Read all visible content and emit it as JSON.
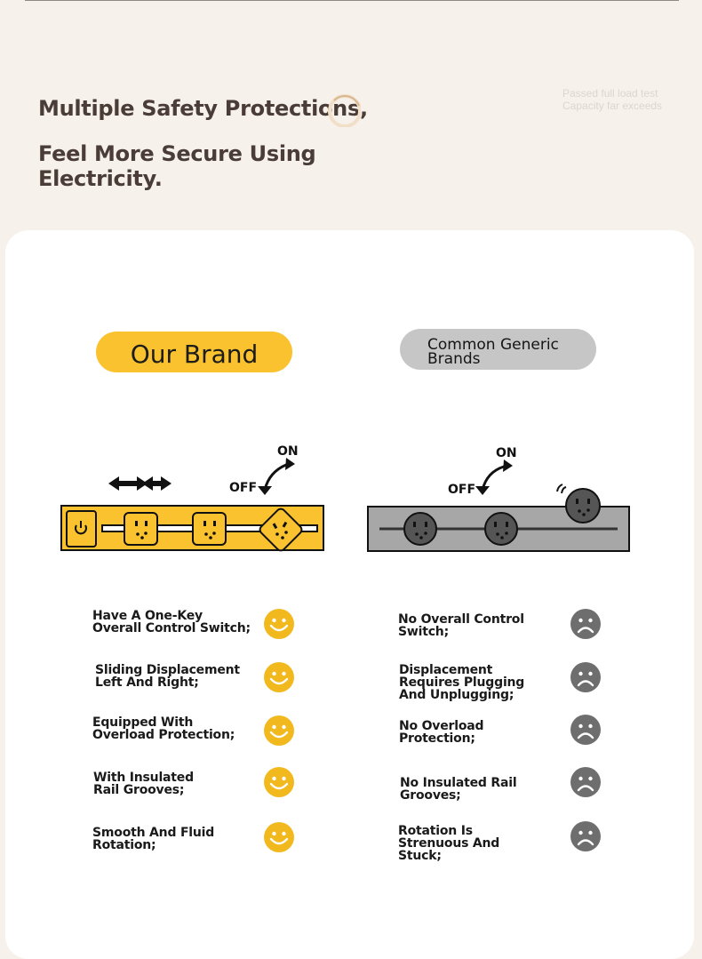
{
  "header": {
    "title_line1": "Multiple Safety Protections,",
    "title_line2": "Feel More Secure Using Electricity.",
    "faint_note": "Passed full load test\nCapacity far exceeds"
  },
  "brands": {
    "ours": "Our Brand",
    "generic": "Common Generic Brands"
  },
  "switch_labels": {
    "on": "ON",
    "off": "OFF"
  },
  "ours_features": [
    "Have A One-Key Overall Control Switch;",
    "Sliding Displacement Left And Right;",
    "Equipped With Overload Protection;",
    "With Insulated Rail Grooves;",
    "Smooth And Fluid Rotation;"
  ],
  "generic_features": [
    "No Overall Control Switch;",
    "Displacement Requires Plugging And Unplugging;",
    "No Overload Protection;",
    "No Insulated Rail Grooves;",
    "Rotation Is Strenuous And Stuck;"
  ],
  "colors": {
    "accent": "#f9c22e",
    "happy_face": "#f2b91f",
    "sad_face": "#6e6e6e",
    "generic_pill": "#c6c6c6",
    "generic_strip": "#a7a7a7",
    "title_text": "#4a3c36"
  },
  "icons": {
    "happy": "smiling-face-icon",
    "sad": "frowning-face-icon",
    "power": "power-icon",
    "arrows": "left-right-arrow-icon"
  }
}
